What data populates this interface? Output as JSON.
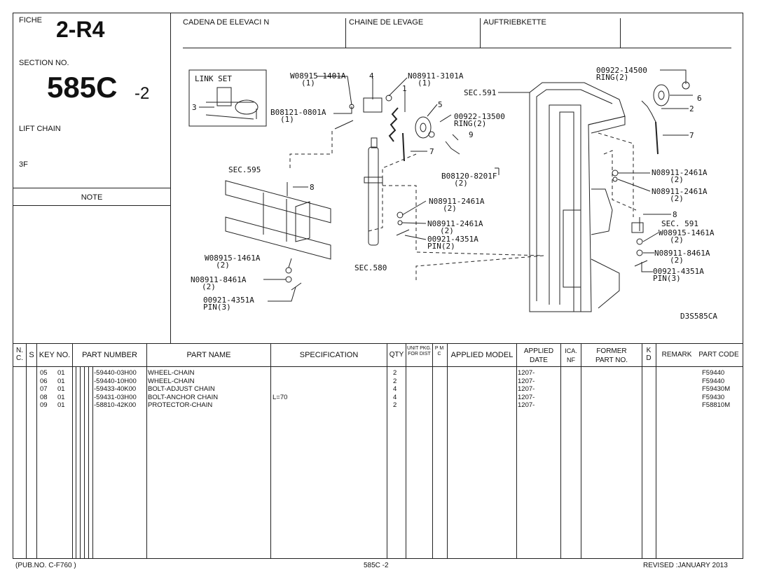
{
  "header": {
    "fiche_label": "FICHE",
    "fiche_value": "2-R4",
    "section_label": "SECTION NO.",
    "section_value": "585C",
    "section_suffix": "-2",
    "title": "LIFT CHAIN",
    "model_code": "3F",
    "note_label": "NOTE"
  },
  "titles": {
    "es": "CADENA DE ELEVACI N",
    "fr": "CHAINE DE LEVAGE",
    "de": "AUFTRIEBKETTE"
  },
  "diagram": {
    "link_set": "LINK SET",
    "sec_591": "SEC.591",
    "sec_595": "SEC.595",
    "sec_580": "SEC.580",
    "sec_591b": "SEC. 591",
    "code": "D3S585CA",
    "callouts": [
      "W08915-1401A",
      "(1)",
      "4",
      "N08911-3101A",
      "(1)",
      "1",
      "00922-14500",
      "RING(2)",
      "6",
      "B08121-0801A",
      "(1)",
      "3",
      "5",
      "00922-13500",
      "RING(2)",
      "9",
      "7",
      "2",
      "7",
      "B08120-8201F",
      "(2)",
      "8",
      "N08911-2461A",
      "(2)",
      "N08911-2461A",
      "(2)",
      "N08911-2461A",
      "(2)",
      "N08911-2461A",
      "(2)",
      "00921-4351A",
      "PIN(2)",
      "8",
      "W08915-1461A",
      "(2)",
      "W08915-1461A",
      "(2)",
      "N08911-8461A",
      "(2)",
      "N08911-8461A",
      "(2)",
      "00921-4351A",
      "PIN(3)",
      "00921-4351A",
      "PIN(3)"
    ]
  },
  "table": {
    "headers": {
      "nc": "N. C.",
      "s": "S",
      "key": "KEY NO.",
      "part_number": "PART NUMBER",
      "part_name": "PART NAME",
      "spec": "SPECIFICATION",
      "qty": "QTY",
      "unit": "UNIT PKG. FOR DIST",
      "pmc": "P M C",
      "applied_model": "APPLIED MODEL",
      "applied_date": "APPLIED DATE",
      "ica": "ICA. NF",
      "former": "FORMER PART NO.",
      "k": "K D",
      "remark": "REMARK",
      "part_code": "PART CODE"
    },
    "rows": [
      {
        "ref": "05",
        "key": "01",
        "part_number": "-59440-03H00",
        "part_name": "WHEEL-CHAIN",
        "spec": "",
        "qty": "2",
        "date": "1207-",
        "code": "F59440"
      },
      {
        "ref": "06",
        "key": "01",
        "part_number": "-59440-10H00",
        "part_name": "WHEEL-CHAIN",
        "spec": "",
        "qty": "2",
        "date": "1207-",
        "code": "F59440"
      },
      {
        "ref": "07",
        "key": "01",
        "part_number": "-59433-40K00",
        "part_name": "BOLT-ADJUST CHAIN",
        "spec": "",
        "qty": "4",
        "date": "1207-",
        "code": "F59430M"
      },
      {
        "ref": "08",
        "key": "01",
        "part_number": "-59431-03H00",
        "part_name": "BOLT-ANCHOR CHAIN",
        "spec": "L=70",
        "qty": "4",
        "date": "1207-",
        "code": "F59430"
      },
      {
        "ref": "09",
        "key": "01",
        "part_number": "-58810-42K00",
        "part_name": "PROTECTOR-CHAIN",
        "spec": "",
        "qty": "2",
        "date": "1207-",
        "code": "F58810M"
      }
    ]
  },
  "footer": {
    "pub": "(PUB.NO. C-F760        )",
    "page": "585C -2",
    "revised": "REVISED :JANUARY   2013"
  }
}
